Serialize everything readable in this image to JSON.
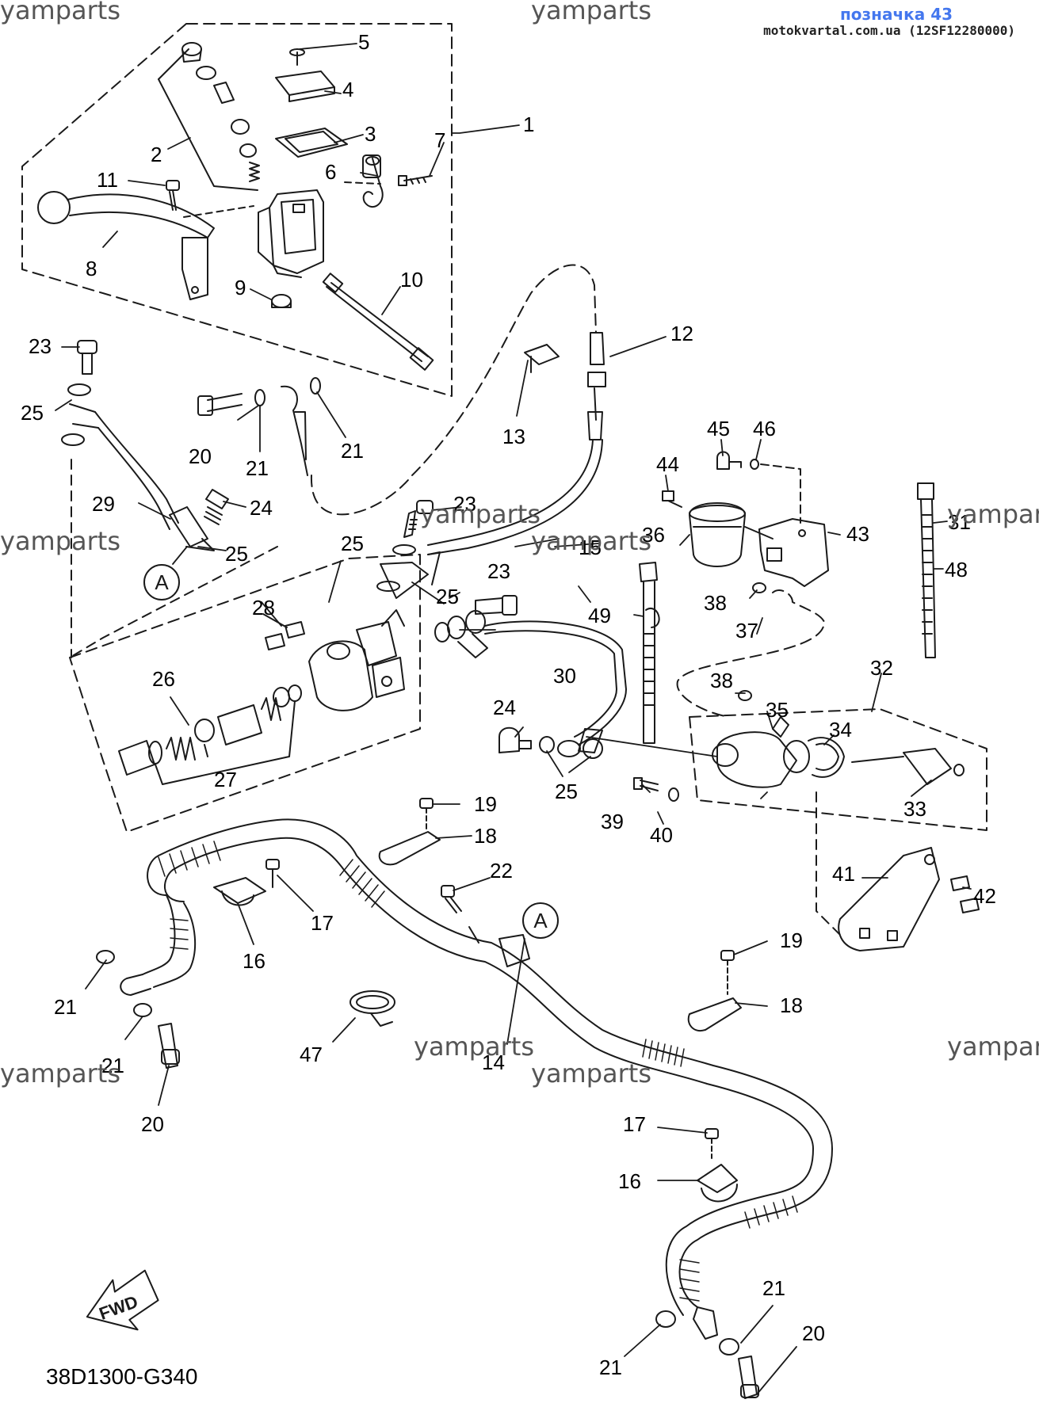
{
  "header": {
    "label": "позначка 43",
    "site": "motokvartal.com.ua (12SF12280000)"
  },
  "watermark": "yamparts",
  "diagram_code": "38D1300-G340",
  "fwd_label": "FWD",
  "connector_letter": "A",
  "colors": {
    "ink": "#1a1a1a",
    "header_blue": "#4477ee",
    "watermark": "#555555"
  },
  "part_numbers": [
    "1",
    "2",
    "3",
    "4",
    "5",
    "6",
    "7",
    "8",
    "9",
    "10",
    "11",
    "12",
    "13",
    "14",
    "15",
    "16",
    "17",
    "18",
    "19",
    "20",
    "21",
    "22",
    "23",
    "24",
    "25",
    "26",
    "27",
    "28",
    "29",
    "30",
    "31",
    "32",
    "33",
    "34",
    "35",
    "36",
    "37",
    "38",
    "39",
    "40",
    "41",
    "42",
    "43",
    "44",
    "45",
    "46",
    "47",
    "48",
    "49"
  ]
}
